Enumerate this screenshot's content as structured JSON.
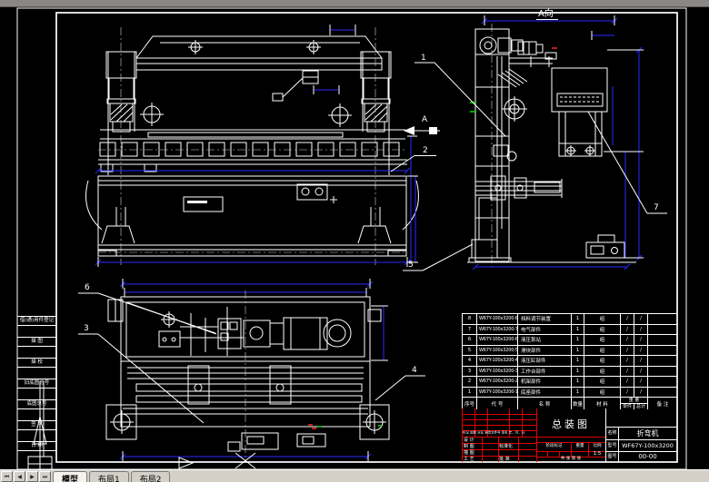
{
  "colors": {
    "background": "#000000",
    "drawing_line": "#ffffff",
    "dimension_line": "#2a2aff",
    "title_grid_line": "#e00000",
    "highlight_green": "#00dd00",
    "highlight_red": "#ff2222",
    "tab_strip": "#d4d0c8",
    "top_bar": "#8a8886"
  },
  "sheet": {
    "views": {
      "side_view_label": "A向",
      "section_arrow_label": "A"
    },
    "balloons": {
      "b1": "1",
      "b2": "2",
      "b3": "3",
      "b4": "4",
      "b5": "5",
      "b6": "6",
      "b7": "7"
    },
    "margin_column": {
      "rows": [
        "借(通)用件登记",
        "描 图",
        "描 校",
        "旧底图总号",
        "底图总号",
        "签 字",
        "日 期"
      ]
    },
    "parts_list": {
      "headers": {
        "seq": "序号",
        "code": "代  号",
        "name": "名  称",
        "qty": "数量",
        "material": "材 料",
        "weight": "重 量",
        "weight_each": "单件",
        "weight_total": "总计",
        "note": "备 注"
      },
      "rows": [
        {
          "seq": "8",
          "code": "W67Y-100x3200-80",
          "name": "挡料调节装置",
          "qty": "1",
          "material": "组",
          "w1": "/",
          "w2": "/",
          "note": ""
        },
        {
          "seq": "7",
          "code": "W67Y-100x3200-70",
          "name": "电气部件",
          "qty": "1",
          "material": "组",
          "w1": "/",
          "w2": "/",
          "note": ""
        },
        {
          "seq": "6",
          "code": "W67Y-100x3200-60",
          "name": "液压泵站",
          "qty": "1",
          "material": "组",
          "w1": "/",
          "w2": "/",
          "note": ""
        },
        {
          "seq": "5",
          "code": "W67Y-100x3200-50",
          "name": "滑块部件",
          "qty": "1",
          "material": "组",
          "w1": "/",
          "w2": "/",
          "note": ""
        },
        {
          "seq": "4",
          "code": "W67Y-100x3200-40",
          "name": "液压缸部件",
          "qty": "1",
          "material": "组",
          "w1": "/",
          "w2": "/",
          "note": ""
        },
        {
          "seq": "3",
          "code": "W67Y-100x3200-30",
          "name": "工作台部件",
          "qty": "1",
          "material": "组",
          "w1": "/",
          "w2": "/",
          "note": ""
        },
        {
          "seq": "2",
          "code": "W67Y-100x3200-20",
          "name": "机架部件",
          "qty": "1",
          "material": "组",
          "w1": "/",
          "w2": "/",
          "note": ""
        },
        {
          "seq": "1",
          "code": "W67Y-100x3200-10",
          "name": "底座部件",
          "qty": "1",
          "material": "组",
          "w1": "/",
          "w2": "/",
          "note": ""
        }
      ]
    },
    "title_block": {
      "drawing_title": "总装图",
      "rev_header": "标记 处数 分区 更改文件号 签名 年、月、日",
      "sign_label_1": "设 计",
      "sign_label_2": "制 图",
      "sign_label_3": "描 图",
      "sign_label_4": "工 艺",
      "sign_label_5": "标准化",
      "sign_label_6": "批 准",
      "stage_label": "阶段标记",
      "weight_label": "重量",
      "scale_label": "比例",
      "scale_value": "1:5",
      "sheets_label": "共  张  第  张",
      "name_label": "名称",
      "name_value": "折弯机",
      "model_label": "型号",
      "model_value": "WF67Y-100x3200",
      "dwg_no_label": "图号",
      "dwg_no_value": "00-00"
    }
  },
  "status_bar": {
    "nav_icons": [
      "⏮",
      "◀",
      "▶",
      "⏭"
    ],
    "tabs": [
      {
        "label": "模型",
        "active": true
      },
      {
        "label": "布局1",
        "active": false
      },
      {
        "label": "布局2",
        "active": false
      }
    ]
  }
}
